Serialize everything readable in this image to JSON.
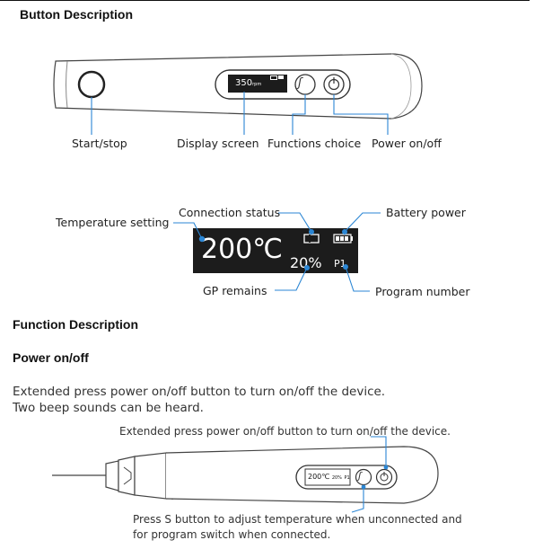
{
  "sections": {
    "button_description": "Button Description",
    "function_description": "Function Description",
    "power_on_off": "Power on/off"
  },
  "device_top": {
    "screen_text": "350",
    "screen_unit": "rpm",
    "labels": {
      "start_stop": "Start/stop",
      "display_screen": "Display screen",
      "functions_choice": "Functions choice",
      "power_on_off": "Power on/off"
    }
  },
  "lcd_panel": {
    "temperature": "200℃",
    "gp_percent": "20%",
    "program": "P1",
    "labels": {
      "temperature_setting": "Temperature setting",
      "connection_status": "Connection status",
      "battery_power": "Battery power",
      "gp_remains": "GP remains",
      "program_number": "Program number"
    }
  },
  "power_text": {
    "line1": "Extended press power on/off button to turn on/off the device.",
    "line2": "Two beep sounds can be heard."
  },
  "device_bottom": {
    "top_callout": "Extended press power on/off button to turn on/off the device.",
    "screen_temp": "200℃",
    "screen_pct": "20%",
    "screen_prog": "P1",
    "bottom_callout_1": "Press S button to adjust temperature when unconnected and",
    "bottom_callout_2": "for program switch when connected."
  },
  "colors": {
    "accent": "#2b86d4",
    "lcd_bg": "#1c1c1c",
    "device_outline": "#444444"
  }
}
